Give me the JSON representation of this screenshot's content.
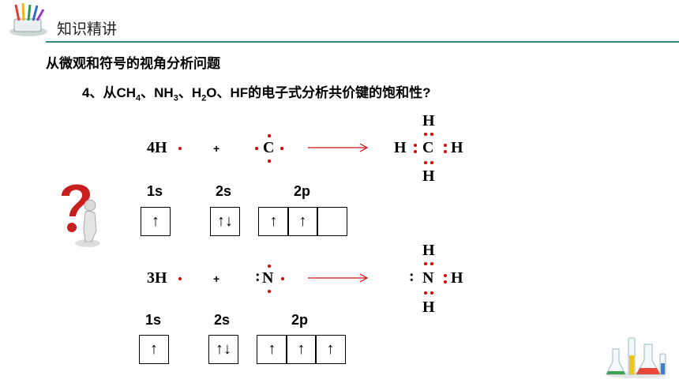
{
  "header": {
    "title": "知识精讲",
    "accent": "#2e8b7a"
  },
  "section_title": "从微观和符号的视角分析问题",
  "question": {
    "prefix": "4、从CH",
    "sub1": "4",
    "mid1": "、NH",
    "sub2": "3",
    "mid2": "、H",
    "sub3": "2",
    "suffix": "O、HF的电子式分析共价键的饱和性?"
  },
  "carbon": {
    "reactant_h": "4H",
    "plus": "+",
    "atom": "C",
    "product": {
      "left": "H",
      "top": "H",
      "center": "C",
      "right": "H",
      "bottom": "H"
    },
    "orbitals": {
      "labels": [
        "1s",
        "2s",
        "2p"
      ],
      "s1": "↑",
      "s2": "↑↓",
      "p": [
        "↑",
        "↑",
        ""
      ]
    }
  },
  "nitrogen": {
    "reactant_h": "3H",
    "plus": "+",
    "colon": ":",
    "atom": "N",
    "product": {
      "colon": ":",
      "top": "H",
      "center": "N",
      "right": "H",
      "bottom": "H"
    },
    "orbitals": {
      "labels": [
        "1s",
        "2s",
        "2p"
      ],
      "s1": "↑",
      "s2": "↑↓",
      "p": [
        "↑",
        "↑",
        "↑"
      ]
    }
  },
  "colors": {
    "electron_dot": "#e00000",
    "arrow": "#d01010",
    "question_mark": "#c81e1e"
  },
  "icons": [
    "pencil-cup-icon",
    "question-mark-figure-icon",
    "lab-flasks-icon"
  ]
}
